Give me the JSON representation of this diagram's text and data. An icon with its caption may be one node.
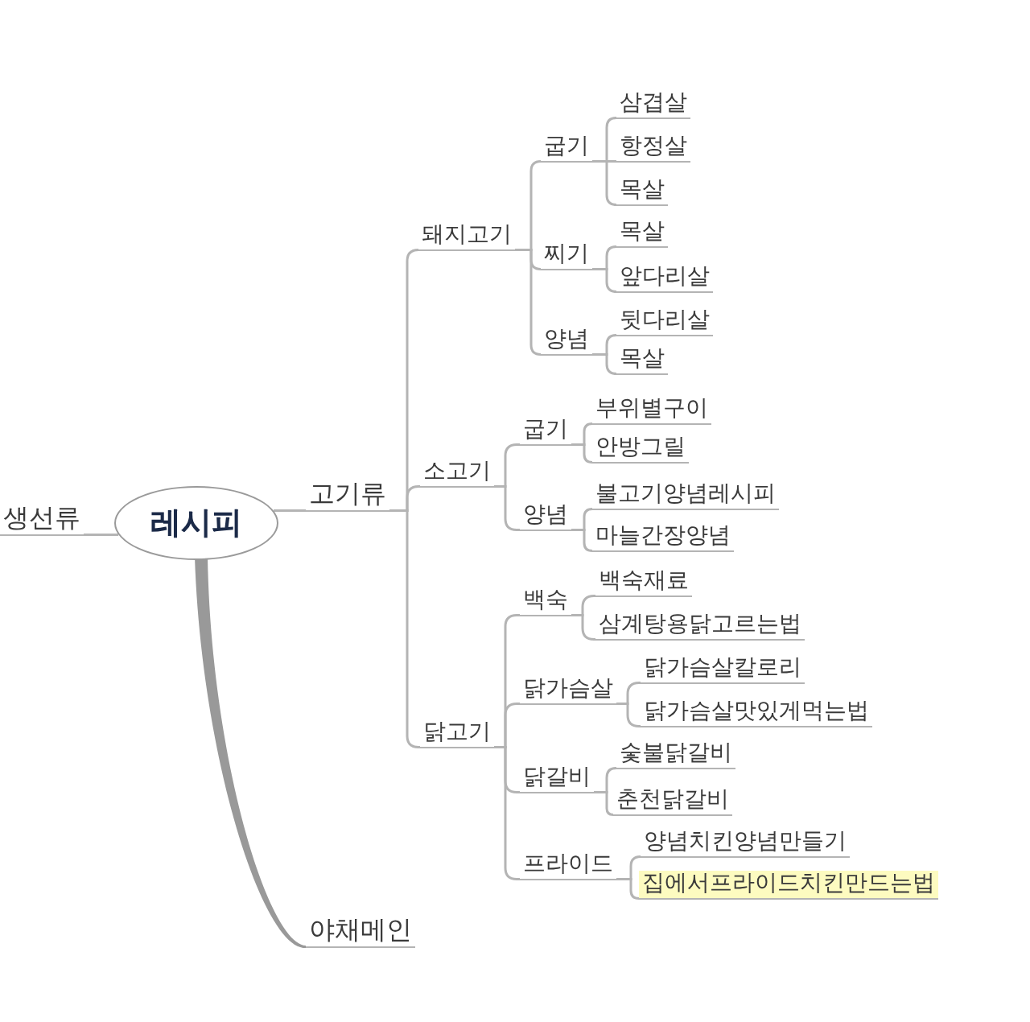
{
  "diagram": {
    "nodes": [
      {
        "text": [
          "레시피"
        ]
      },
      {
        "text": [
          "생선류"
        ]
      },
      {
        "text": [
          "고기류"
        ]
      },
      {
        "text": [
          "돼지고기"
        ]
      },
      {
        "text": [
          "굽기"
        ]
      },
      {
        "text": [
          "삼겹살"
        ]
      },
      {
        "text": [
          "항정살"
        ]
      },
      {
        "text": [
          "목살"
        ]
      },
      {
        "text": [
          "찌기"
        ]
      },
      {
        "text": [
          "목살"
        ]
      },
      {
        "text": [
          "앞다리살"
        ]
      },
      {
        "text": [
          "양념"
        ]
      },
      {
        "text": [
          "뒷다리살"
        ]
      },
      {
        "text": [
          "목살"
        ]
      },
      {
        "text": [
          "소고기"
        ]
      },
      {
        "text": [
          "굽기"
        ]
      },
      {
        "text": [
          "부위별구이"
        ]
      },
      {
        "text": [
          "안방그릴"
        ]
      },
      {
        "text": [
          "양념"
        ]
      },
      {
        "text": [
          "불고기양념레시피"
        ]
      },
      {
        "text": [
          "마늘간장양념"
        ]
      },
      {
        "text": [
          "닭고기"
        ]
      },
      {
        "text": [
          "백숙"
        ]
      },
      {
        "text": [
          "백숙재료"
        ]
      },
      {
        "text": [
          "삼계탕용닭고르는법"
        ]
      },
      {
        "text": [
          "닭가슴살"
        ]
      },
      {
        "text": [
          "닭가슴살칼로리"
        ]
      },
      {
        "text": [
          "닭가슴살맛있게먹는법"
        ]
      },
      {
        "text": [
          "닭갈비"
        ]
      },
      {
        "text": [
          "숯불닭갈비"
        ]
      },
      {
        "text": [
          "춘천닭갈비"
        ]
      },
      {
        "text": [
          "프라이드"
        ]
      },
      {
        "text": [
          "양념치킨양념만들기"
        ]
      },
      {
        "text": [
          "집에서프라이드치킨만드는법"
        ]
      },
      {
        "text": [
          "야채메인"
        ]
      }
    ],
    "edges": [
      {
        "from": 0,
        "to": 1,
        "arrow": "none"
      },
      {
        "from": 0,
        "to": 2,
        "arrow": "none"
      },
      {
        "from": 0,
        "to": 34,
        "arrow": "none",
        "style": "thick",
        "color": "#999999"
      },
      {
        "from": 2,
        "to": 3,
        "arrow": "none"
      },
      {
        "from": 3,
        "to": 4,
        "arrow": "none"
      },
      {
        "from": 4,
        "to": 5,
        "arrow": "none"
      },
      {
        "from": 4,
        "to": 6,
        "arrow": "none"
      },
      {
        "from": 4,
        "to": 7,
        "arrow": "none"
      },
      {
        "from": 3,
        "to": 8,
        "arrow": "none"
      },
      {
        "from": 8,
        "to": 9,
        "arrow": "none"
      },
      {
        "from": 8,
        "to": 10,
        "arrow": "none"
      },
      {
        "from": 3,
        "to": 11,
        "arrow": "none"
      },
      {
        "from": 11,
        "to": 12,
        "arrow": "none"
      },
      {
        "from": 11,
        "to": 13,
        "arrow": "none"
      },
      {
        "from": 2,
        "to": 14,
        "arrow": "none"
      },
      {
        "from": 14,
        "to": 15,
        "arrow": "none"
      },
      {
        "from": 15,
        "to": 16,
        "arrow": "none"
      },
      {
        "from": 15,
        "to": 17,
        "arrow": "none"
      },
      {
        "from": 14,
        "to": 18,
        "arrow": "none"
      },
      {
        "from": 18,
        "to": 19,
        "arrow": "none"
      },
      {
        "from": 18,
        "to": 20,
        "arrow": "none"
      },
      {
        "from": 2,
        "to": 21,
        "arrow": "none"
      },
      {
        "from": 21,
        "to": 22,
        "arrow": "none"
      },
      {
        "from": 22,
        "to": 23,
        "arrow": "none"
      },
      {
        "from": 22,
        "to": 24,
        "arrow": "none"
      },
      {
        "from": 21,
        "to": 25,
        "arrow": "none"
      },
      {
        "from": 25,
        "to": 26,
        "arrow": "none"
      },
      {
        "from": 25,
        "to": 27,
        "arrow": "none"
      },
      {
        "from": 21,
        "to": 28,
        "arrow": "none"
      },
      {
        "from": 28,
        "to": 29,
        "arrow": "none"
      },
      {
        "from": 28,
        "to": 30,
        "arrow": "none"
      },
      {
        "from": 21,
        "to": 31,
        "arrow": "none"
      },
      {
        "from": 31,
        "to": 32,
        "arrow": "none"
      },
      {
        "from": 31,
        "to": 33,
        "arrow": "none"
      }
    ]
  }
}
